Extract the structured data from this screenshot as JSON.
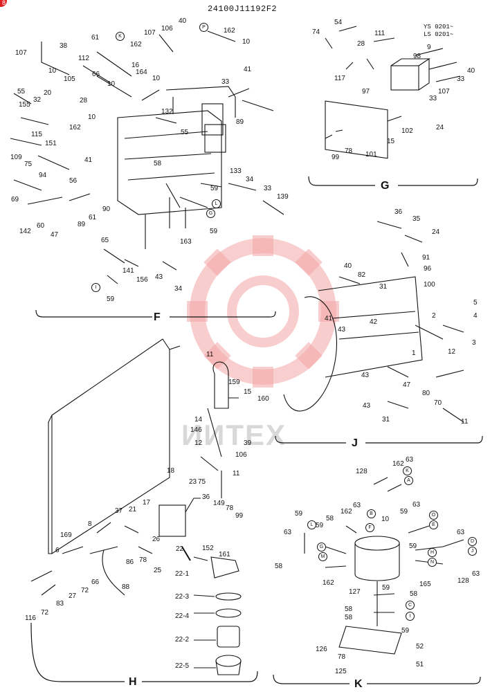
{
  "title": "24100J11192F2",
  "serial_range": [
    "YS 0201~",
    "LS 0201~"
  ],
  "corner_badge": "8",
  "watermark": {
    "text": "ИИТЕХ",
    "color": "#f4a6a6"
  },
  "sections": {
    "F": {
      "label": "F",
      "callouts": [
        "107",
        "10",
        "38",
        "112",
        "61",
        "162",
        "107",
        "106",
        "40",
        "162",
        "10",
        "105",
        "10",
        "66",
        "16",
        "164",
        "10",
        "55",
        "20",
        "32",
        "28",
        "155",
        "162",
        "132",
        "41",
        "33",
        "115",
        "10",
        "55",
        "89",
        "151",
        "109",
        "75",
        "41",
        "94",
        "56",
        "58",
        "133",
        "34",
        "69",
        "33",
        "59",
        "139",
        "60",
        "90",
        "59",
        "142",
        "47",
        "89",
        "61",
        "163",
        "65",
        "156",
        "43",
        "141",
        "59",
        "34"
      ],
      "ports": [
        "K",
        "P",
        "L",
        "G",
        "I"
      ]
    },
    "G": {
      "label": "G",
      "callouts": [
        "74",
        "54",
        "111",
        "28",
        "9",
        "117",
        "98",
        "40",
        "33",
        "97",
        "107",
        "33",
        "24",
        "102",
        "15",
        "101",
        "78",
        "99"
      ]
    },
    "J": {
      "label": "J",
      "callouts": [
        "36",
        "35",
        "24",
        "91",
        "96",
        "40",
        "82",
        "100",
        "31",
        "5",
        "41",
        "42",
        "4",
        "2",
        "43",
        "3",
        "1",
        "12",
        "43",
        "47",
        "80",
        "70",
        "43",
        "31",
        "11"
      ]
    },
    "H": {
      "label": "H",
      "callouts": [
        "11",
        "159",
        "15",
        "160",
        "14",
        "146",
        "12",
        "39",
        "106",
        "11",
        "18",
        "23",
        "75",
        "36",
        "149",
        "78",
        "99",
        "17",
        "21",
        "37",
        "8",
        "169",
        "6",
        "26",
        "78",
        "25",
        "86",
        "66",
        "88",
        "72",
        "83",
        "27",
        "116",
        "72",
        "152",
        "161"
      ],
      "filter_parts": [
        "22",
        "22-1",
        "22-3",
        "22-4",
        "22-2",
        "22-5"
      ]
    },
    "K": {
      "label": "K",
      "callouts": [
        "128",
        "162",
        "63",
        "63",
        "59",
        "58",
        "162",
        "10",
        "59",
        "63",
        "63",
        "63",
        "58",
        "59",
        "162",
        "127",
        "165",
        "128",
        "63",
        "59",
        "58",
        "126",
        "78",
        "125",
        "52",
        "51",
        "59",
        "58",
        "58",
        "59"
      ],
      "ports": [
        "K",
        "A",
        "B",
        "D",
        "E",
        "F",
        "M",
        "G",
        "H",
        "N",
        "C",
        "I",
        "J",
        "L",
        "O"
      ]
    }
  }
}
